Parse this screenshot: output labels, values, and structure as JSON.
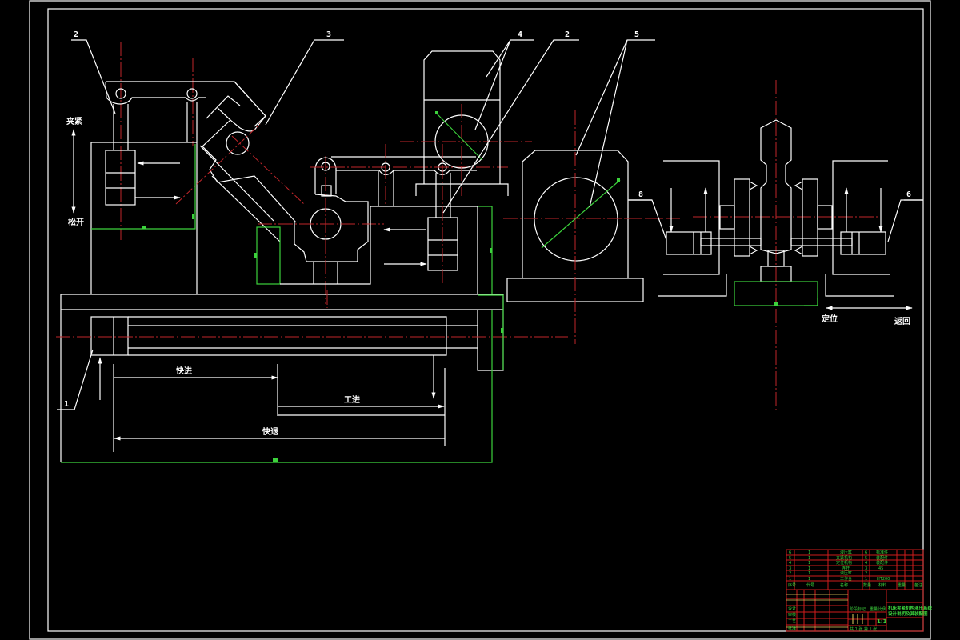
{
  "drawing": {
    "type": "mechanical-schematic",
    "description": "Hydraulic clamping, feed and positioning mechanism schematic",
    "colors": {
      "background": "#000000",
      "outline": "#ffffff",
      "centerline": "#c0262a",
      "dimension": "#3cd23c",
      "titleblock": "#d01c1c"
    }
  },
  "callouts": [
    {
      "id": "callout-2-left",
      "text": "2"
    },
    {
      "id": "callout-3",
      "text": "3"
    },
    {
      "id": "callout-4",
      "text": "4"
    },
    {
      "id": "callout-2-mid",
      "text": "2"
    },
    {
      "id": "callout-5",
      "text": "5"
    },
    {
      "id": "callout-8",
      "text": "8"
    },
    {
      "id": "callout-6",
      "text": "6"
    },
    {
      "id": "callout-1",
      "text": "1"
    }
  ],
  "labels": {
    "clamp": "夹紧",
    "release": "松开",
    "fast_advance": "快进",
    "work_feed": "工进",
    "fast_return": "快退",
    "positioning": "定位",
    "return": "返回"
  },
  "titleblock": {
    "scale": "1:1",
    "sheet_info": "共 1 张  第 1 张",
    "title_line1": "机床夹紧机构液压系统",
    "title_line2": "设计说明及其装配图",
    "rows": [
      {
        "idx": "6",
        "qty": "1",
        "name": "液压缸",
        "no": "6",
        "note": "标准件"
      },
      {
        "idx": "5",
        "qty": "1",
        "name": "夹紧机构",
        "no": "5",
        "note": "装配件"
      },
      {
        "idx": "4",
        "qty": "1",
        "name": "定位机构",
        "no": "4",
        "note": "装配件"
      },
      {
        "idx": "3",
        "qty": "1",
        "name": "连杆",
        "no": "3",
        "note": "45"
      },
      {
        "idx": "2",
        "qty": "1",
        "name": "液压缸",
        "no": "2",
        "note": ""
      },
      {
        "idx": "1",
        "qty": "1",
        "name": "工作台",
        "no": "1",
        "note": "HT200"
      }
    ],
    "header": {
      "idx": "序号",
      "code": "代号",
      "name": "名称",
      "qty": "数量",
      "material": "材料",
      "weight": "重量",
      "note": "备注"
    },
    "sign_labels": [
      "设计",
      "审核",
      "工艺",
      "批准"
    ],
    "stage_label": "阶段标记",
    "weight_label": "重量",
    "ratio_label": "比例"
  }
}
